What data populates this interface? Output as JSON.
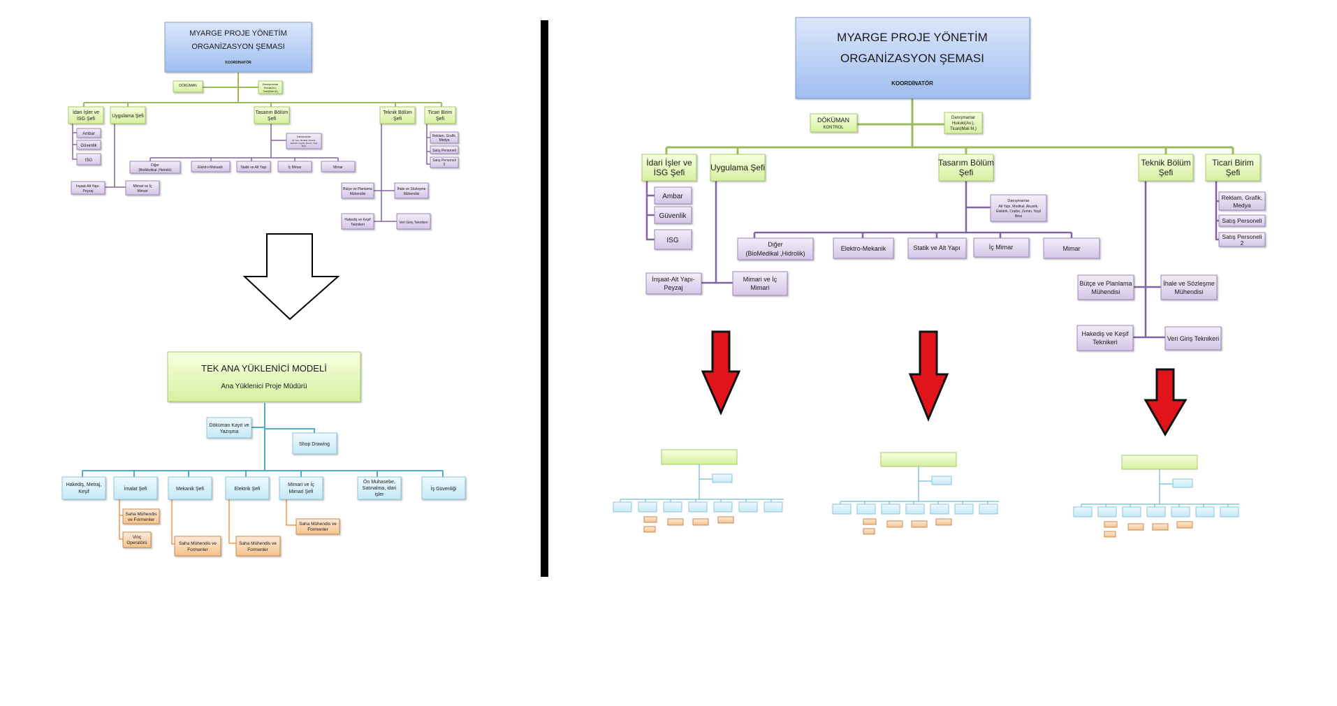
{
  "divider_color": "#000000",
  "colors": {
    "blue_top": "#dbe6fb",
    "blue_bottom": "#9fbdf0",
    "blue_border": "#7f9ccf",
    "green_top": "#f7ffe0",
    "green_bottom": "#d6f0a0",
    "green_border": "#a7c86a",
    "purple_top": "#f1ebf8",
    "purple_bottom": "#d6c8e8",
    "purple_border": "#9b87b8",
    "cyan_top": "#e9f7fd",
    "cyan_bottom": "#c8ebf8",
    "cyan_border": "#8ec4dc",
    "orange_top": "#fde7cf",
    "orange_bottom": "#f7c995",
    "orange_border": "#c98a4c",
    "olive_line": "#9bbb59",
    "purple_line": "#8064a2",
    "teal_line": "#4bacc6",
    "orange_line": "#f79646",
    "red_arrow": "#e2141b"
  },
  "myarge": {
    "title_line1": "MYARGE PROJE YÖNETİM",
    "title_line2": "ORGANİZASYON ŞEMASI",
    "coordinator": "KOORDİNATÖR",
    "document_control": "DÖKÜMAN",
    "document_control_sub": "KONTROL",
    "advisors_title": "Danışmanlar",
    "advisors_line1": "Hukuki(Av.),",
    "advisors_line2": "Ticari(Mali M.)",
    "idari_line1": "İdari İşler ve",
    "idari_line2": "İSG Şefi",
    "uygulama": "Uygulama Şefi",
    "tasarim_line1": "Tasarım Bölüm",
    "tasarim_line2": "Şefi",
    "teknik_line1": "Teknik Bölüm",
    "teknik_line2": "Şefi",
    "ticari_line1": "Ticari Birim",
    "ticari_line2": "Şefi",
    "ambar": "Ambar",
    "guvenlik": "Güvenlik",
    "isg": "ISG",
    "insaat_line1": "İnşaat-Alt Yapı-",
    "insaat_line2": "Peyzaj",
    "mimari_ic_line1": "Mimari ve İç",
    "mimari_ic_line2": "Mimari",
    "design_advisors_title": "Danışmanlar",
    "design_advisors_line1": "Alt Yapı, Medikal, Akustik,",
    "design_advisors_line2": "Elektrik, Cephe, Zemin, Yeşil",
    "design_advisors_line3": "Bina",
    "diger_line1": "Diğer",
    "diger_line2": "(BioMedikal ,Hidrolik)",
    "elektro": "Elektro-Mekanik",
    "statik": "Statik ve Alt Yapı",
    "ic_mimar": "İç Mimar",
    "mimar": "Mimar",
    "butce_line1": "Bütçe ve Planlama",
    "butce_line2": "Mühendisi",
    "ihale_line1": "İhale ve Sözleşme",
    "ihale_line2": "Mühendisi",
    "hakedis_line1": "Hakediş ve Keşif",
    "hakedis_line2": "Teknikeri",
    "veri": "Veri Giriş Teknikeri",
    "reklam_line1": "Reklam, Grafik,",
    "reklam_line2": "Medya",
    "satis": "Satış Personeli",
    "satis2_line1": "Satış Personeli",
    "satis2_line2": "2"
  },
  "contractor": {
    "title": "TEK ANA YÜKLENİCİ MODELİ",
    "subtitle": "Ana Yüklenici Proje Müdürü",
    "dokuman_line1": "Döküman Kayıt ve",
    "dokuman_line2": "Yazışma",
    "shop": "Shop Drawing",
    "hakedis_line1": "Hakediş, Metraj,",
    "hakedis_line2": "Keşif",
    "imalat": "İmalat Şefi",
    "mekanik": "Mekanik Şefi",
    "elektrik": "Elektrik Şefi",
    "mimari_line1": "Mimari ve İç",
    "mimari_line2": "Mimari Şefi",
    "muhasebe_line1": "Ön Muhasebe,",
    "muhasebe_line2": "Satınalma, idari",
    "muhasebe_line3": "işler",
    "guvenligi": "İş Güvenliği",
    "saha_line1": "Saha Mühendis",
    "saha_line2": "ve Formenler",
    "vinc_line1": "Vinç",
    "vinc_line2": "Operatörü",
    "saha_alt_line1": "Saha Mühendis ve",
    "saha_alt_line2": "Formenler"
  }
}
